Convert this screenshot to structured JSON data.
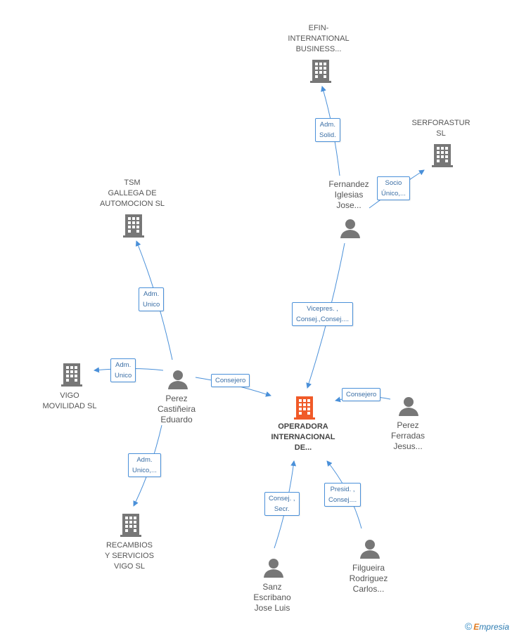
{
  "colors": {
    "edge": "#4a90d9",
    "company_icon": "#777777",
    "person_icon": "#777777",
    "center_icon": "#f05a28"
  },
  "nodes": {
    "efin": {
      "label": "EFIN-\nINTERNATIONAL\nBUSINESS...",
      "icon": "building-icon"
    },
    "serforastur": {
      "label": "SERFORASTUR\nSL",
      "icon": "building-icon"
    },
    "tsm": {
      "label": "TSM\nGALLEGA DE\nAUTOMOCION SL",
      "icon": "building-icon"
    },
    "fernandez": {
      "label": "Fernandez\nIglesias\nJose...",
      "icon": "person-icon"
    },
    "vigo": {
      "label": "VIGO\nMOVILIDAD SL",
      "icon": "building-icon"
    },
    "perez_castineira": {
      "label": "Perez\nCastiñeira\nEduardo",
      "icon": "person-icon"
    },
    "operadora": {
      "label": "OPERADORA\nINTERNACIONAL\nDE...",
      "icon": "building-icon"
    },
    "perez_ferradas": {
      "label": "Perez\nFerradas\nJesus...",
      "icon": "person-icon"
    },
    "recambios": {
      "label": "RECAMBIOS\nY SERVICIOS\nVIGO SL",
      "icon": "building-icon"
    },
    "filgueira": {
      "label": "Filgueira\nRodriguez\nCarlos...",
      "icon": "person-icon"
    },
    "sanz": {
      "label": "Sanz\nEscribano\nJose Luis",
      "icon": "person-icon"
    }
  },
  "edges": {
    "fernandez_efin": "Adm.\nSolid.",
    "fernandez_serforastur": "Socio\nÚnico,...",
    "perez_tsm": "Adm.\nUnico",
    "perez_vigo": "Adm.\nUnico",
    "fernandez_operadora": "Vicepres. ,\nConsej.,Consej....",
    "perez_operadora": "Consejero",
    "ferradas_operadora": "Consejero",
    "perez_recambios": "Adm.\nUnico,...",
    "sanz_operadora": "Consej. ,\nSecr.",
    "filgueira_operadora": "Presid. ,\nConsej...."
  },
  "brand": {
    "copyright": "©",
    "name_initial": "E",
    "name_rest": "mpresia"
  }
}
